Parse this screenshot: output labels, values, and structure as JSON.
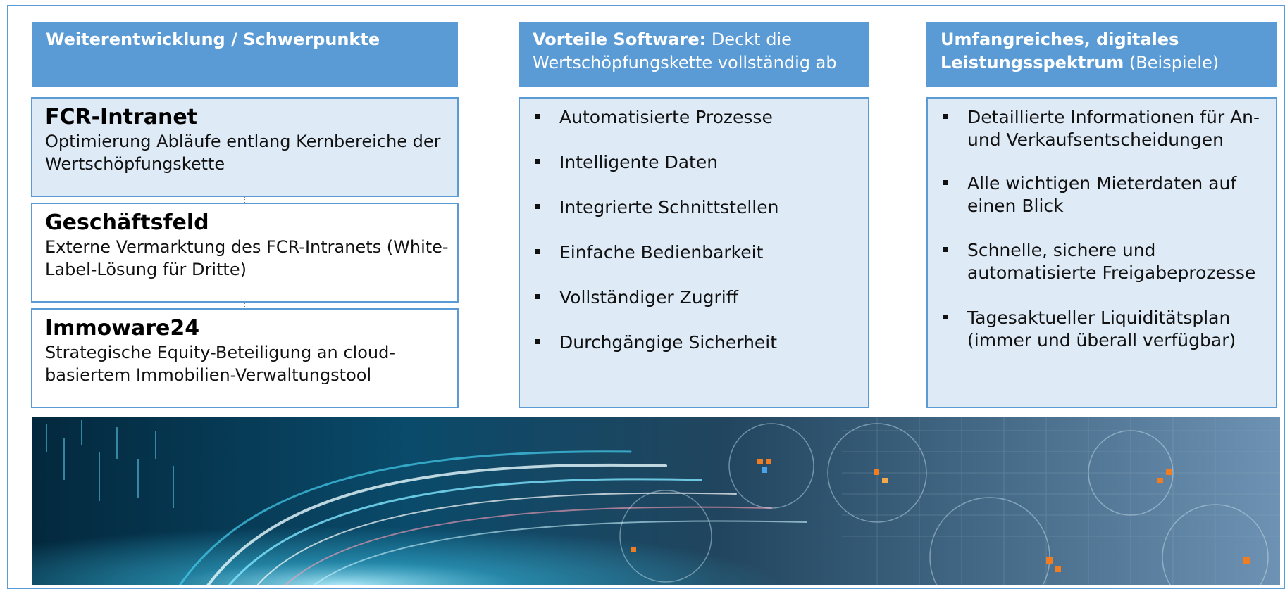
{
  "left": {
    "header": "Weiterentwicklung / Schwerpunkte",
    "blocks": [
      {
        "title": "FCR-Intranet",
        "desc": "Optimierung Abläufe entlang Kernbereiche der Wertschöpfungskette"
      },
      {
        "title": "Geschäftsfeld",
        "desc": "Externe Vermarktung des FCR-Intranets (White-Label-Lösung für Dritte)"
      },
      {
        "title": "Immoware24",
        "desc": "Strategische Equity-Beteiligung an cloud-basiertem Immobilien-Verwaltungstool"
      }
    ]
  },
  "middle": {
    "header_bold": "Vorteile Software:",
    "header_rest": " Deckt die Wertschöpfungskette vollständig ab",
    "items": [
      "Automatisierte Prozesse",
      "Intelligente Daten",
      "Integrierte Schnittstellen",
      "Einfache Bedienbarkeit",
      "Vollständiger Zugriff",
      "Durchgängige Sicherheit"
    ]
  },
  "right": {
    "header_bold": "Umfangreiches, digitales Leistungsspektrum",
    "header_rest": " (Beispiele)",
    "items": [
      "Detaillierte Informationen für An- und Verkaufsentscheidungen",
      "Alle wichtigen Mieterdaten auf einen Blick",
      "Schnelle, sichere und automatisierte Freigabeprozesse",
      "Tagesaktueller Liquiditätsplan (immer und überall verfügbar)"
    ]
  },
  "colors": {
    "accent": "#5b9bd5",
    "tint": "#deeaf6"
  }
}
